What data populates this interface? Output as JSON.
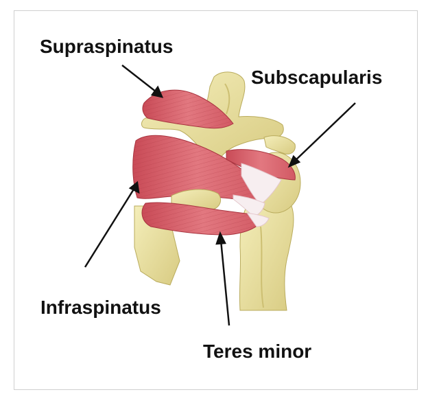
{
  "labels": {
    "supraspinatus": "Supraspinatus",
    "subscapularis": "Subscapularis",
    "infraspinatus": "Infraspinatus",
    "teres_minor": "Teres minor"
  },
  "colors": {
    "muscle": "#d9616a",
    "muscle_dark": "#b8434e",
    "bone": "#eee6a8",
    "bone_shadow": "#cdbf72",
    "tendon": "#f7eef0",
    "arrow": "#111111",
    "frame": "#cfcfcf"
  }
}
